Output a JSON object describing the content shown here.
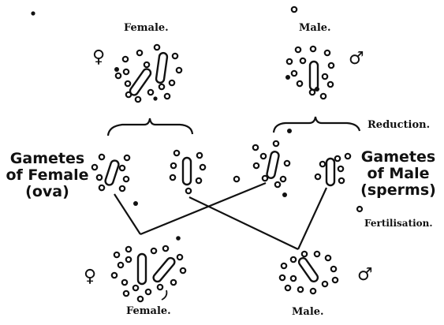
{
  "labels": {
    "female_top": "Female.",
    "male_top": "Male.",
    "reduction": "Reduction.",
    "gametes_female": [
      "Gametes",
      "of Female",
      "(ova)"
    ],
    "gametes_male": [
      "Gametes",
      "of Male",
      "(sperms)"
    ],
    "fertilisation": "Fertilisation.",
    "female_bottom": "Female.",
    "male_bottom": "Male."
  },
  "symbols": {
    "female": "♀",
    "male": "♂"
  }
}
